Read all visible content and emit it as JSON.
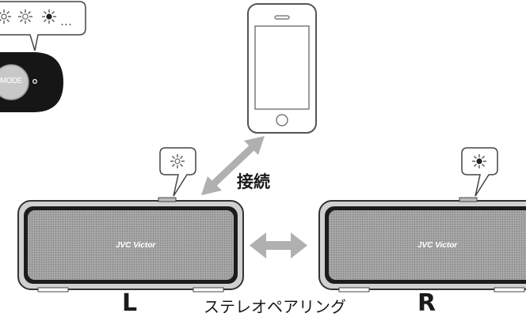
{
  "labels": {
    "connection": "接続",
    "stereo_pairing": "ステレオペアリング",
    "left": "L",
    "right": "R",
    "mode_button": "MODE",
    "blink_ellipsis": "…"
  },
  "speakers": [
    {
      "side": "left",
      "brand": "JVC Victor"
    },
    {
      "side": "right",
      "brand": "JVC Victor"
    }
  ],
  "icons": [
    "smartphone-icon",
    "speaker-icon",
    "led-blink-icon",
    "bidirectional-arrow-icon",
    "mode-button-icon"
  ],
  "colors": {
    "speaker_frame": "#c6c6c6",
    "speaker_grille": "#9a9a9a",
    "arrow": "#b0b0b0",
    "mode_body": "#161616"
  }
}
